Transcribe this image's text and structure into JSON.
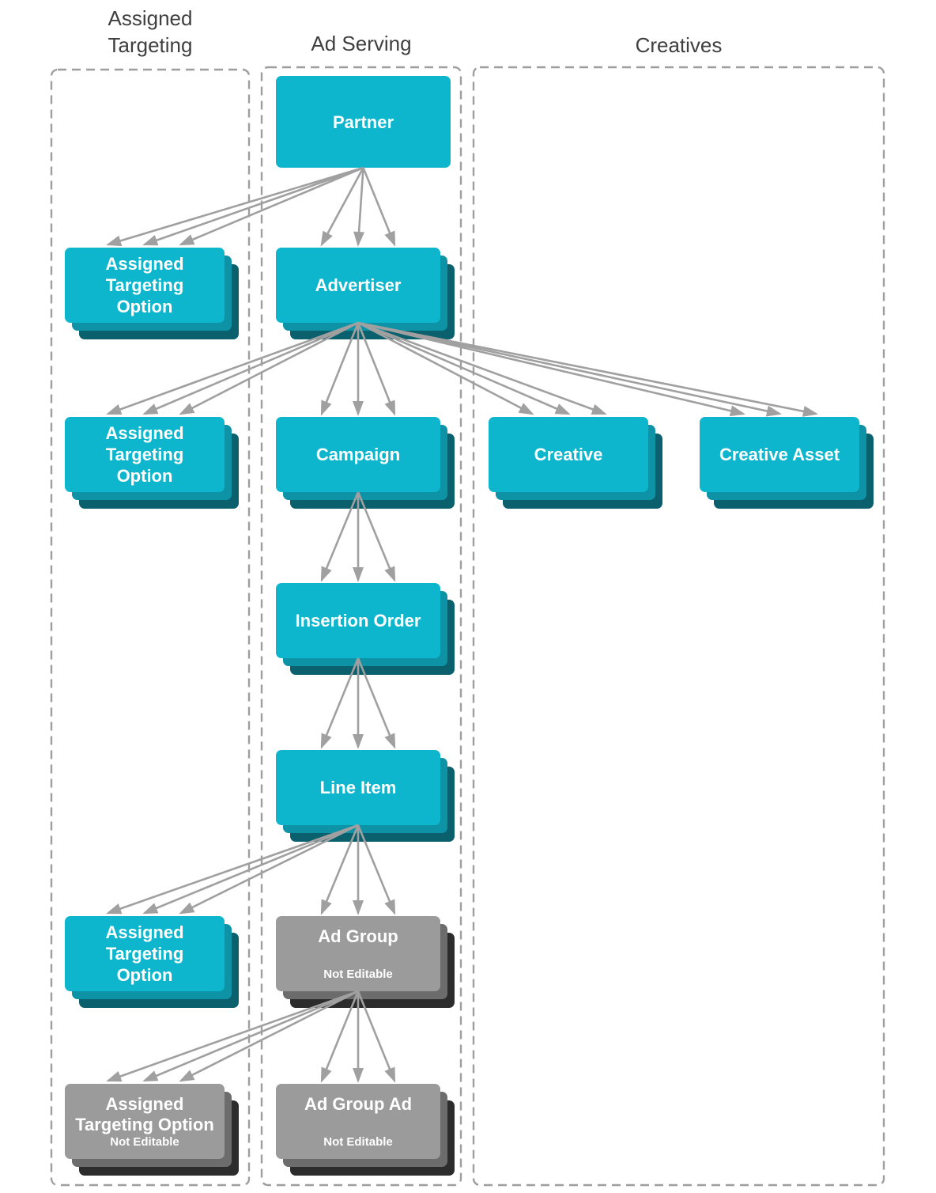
{
  "columns": [
    {
      "id": "assigned_targeting",
      "header": "Assigned\nTargeting"
    },
    {
      "id": "ad_serving",
      "header": "Ad Serving"
    },
    {
      "id": "creatives",
      "header": "Creatives"
    }
  ],
  "nodes": {
    "partner": {
      "label": "Partner",
      "column": "ad_serving",
      "editable": true
    },
    "ato1": {
      "label": "Assigned\nTargeting\nOption",
      "column": "assigned_targeting",
      "editable": true
    },
    "advertiser": {
      "label": "Advertiser",
      "column": "ad_serving",
      "editable": true
    },
    "ato2": {
      "label": "Assigned\nTargeting\nOption",
      "column": "assigned_targeting",
      "editable": true
    },
    "campaign": {
      "label": "Campaign",
      "column": "ad_serving",
      "editable": true
    },
    "creative": {
      "label": "Creative",
      "column": "creatives",
      "editable": true
    },
    "creative_asset": {
      "label": "Creative Asset",
      "column": "creatives",
      "editable": true
    },
    "insertion_order": {
      "label": "Insertion Order",
      "column": "ad_serving",
      "editable": true
    },
    "line_item": {
      "label": "Line Item",
      "column": "ad_serving",
      "editable": true
    },
    "ato3": {
      "label": "Assigned\nTargeting\nOption",
      "column": "assigned_targeting",
      "editable": true
    },
    "ad_group": {
      "label": "Ad Group",
      "sublabel": "Not Editable",
      "column": "ad_serving",
      "editable": false
    },
    "ato4": {
      "label": "Assigned\nTargeting Option",
      "sublabel": "Not Editable",
      "column": "assigned_targeting",
      "editable": false
    },
    "ad_group_ad": {
      "label": "Ad Group Ad",
      "sublabel": "Not Editable",
      "column": "ad_serving",
      "editable": false
    }
  },
  "edges": [
    [
      "partner",
      "ato1"
    ],
    [
      "partner",
      "advertiser"
    ],
    [
      "advertiser",
      "ato2"
    ],
    [
      "advertiser",
      "campaign"
    ],
    [
      "advertiser",
      "creative"
    ],
    [
      "advertiser",
      "creative_asset"
    ],
    [
      "campaign",
      "insertion_order"
    ],
    [
      "insertion_order",
      "line_item"
    ],
    [
      "line_item",
      "ato3"
    ],
    [
      "line_item",
      "ad_group"
    ],
    [
      "ad_group",
      "ato4"
    ],
    [
      "ad_group",
      "ad_group_ad"
    ]
  ],
  "colors": {
    "node_teal": "#0EB6CD",
    "node_teal_mid": "#0E93A6",
    "node_teal_dark": "#0A606D",
    "node_gray": "#9B9B9B",
    "node_gray_mid": "#6C6C6C",
    "node_gray_dark": "#2C2C2C",
    "arrow_color": "#A0A0A0",
    "dash_color": "#9E9E9E",
    "header_color": "#3F3F3F",
    "node_text": "#FFFFFF"
  }
}
